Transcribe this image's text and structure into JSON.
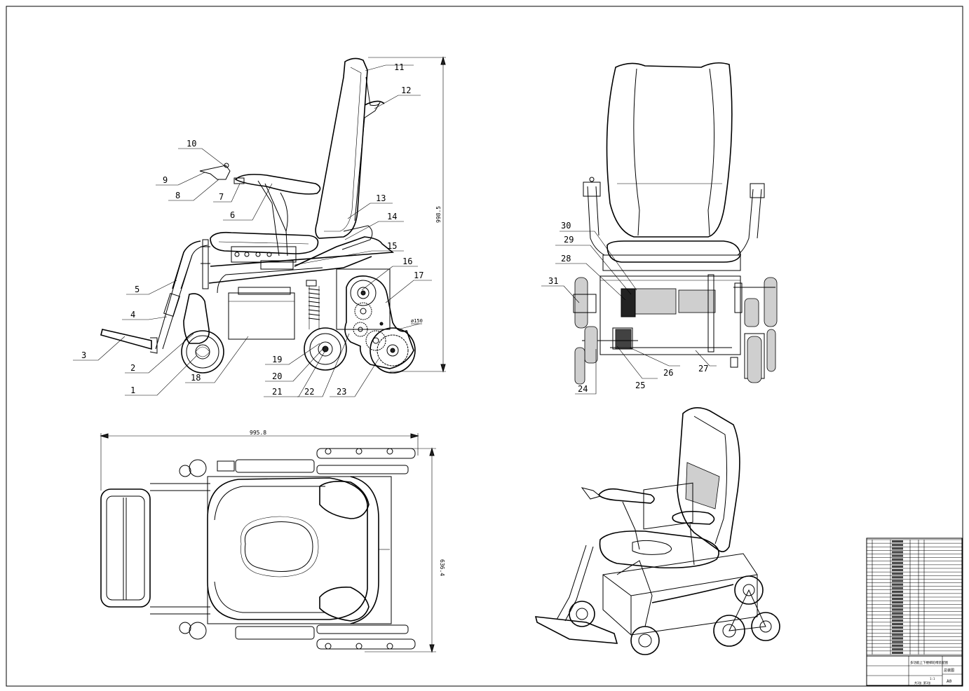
{
  "views": {
    "side": {
      "callouts": [
        "1",
        "2",
        "3",
        "4",
        "5",
        "6",
        "7",
        "8",
        "9",
        "10",
        "11",
        "12",
        "13",
        "14",
        "15",
        "16",
        "17",
        "18",
        "19",
        "20",
        "21",
        "22",
        "23"
      ],
      "dims": {
        "height": "998.5",
        "wheel_dia": "ø150"
      }
    },
    "front": {
      "callouts": [
        "24",
        "25",
        "26",
        "27",
        "28",
        "29",
        "30",
        "31"
      ]
    },
    "top": {
      "dims": {
        "length": "995.8",
        "width": "636.4"
      }
    },
    "iso": {}
  },
  "title_block": {
    "drawing_title": "多功能上下楼梯轮椅装配图",
    "drawing_name": "总装图",
    "scale": "1:1",
    "sheet_size": "A0",
    "sheet_info": "共1张 第1张",
    "parts_rows": 32
  }
}
